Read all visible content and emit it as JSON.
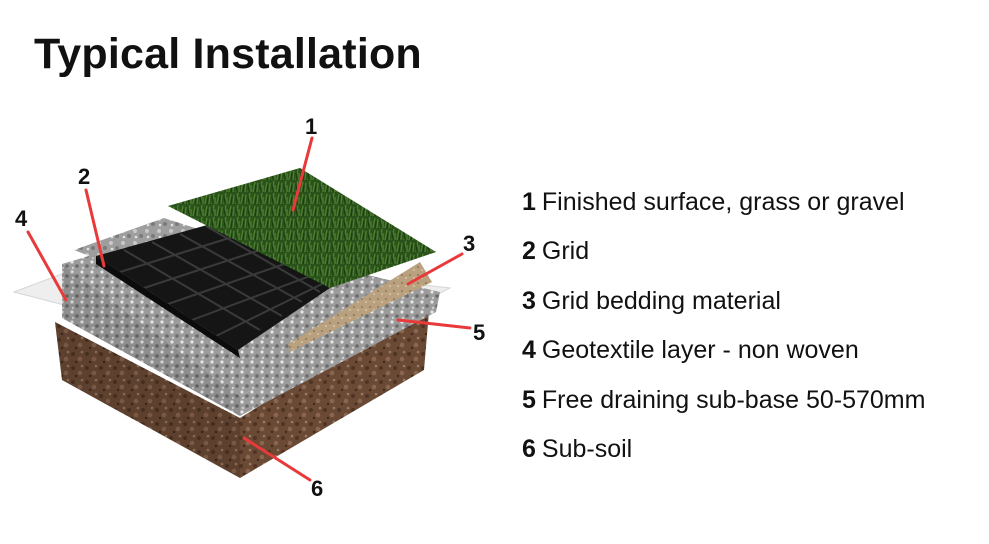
{
  "title": "Typical Installation",
  "accent_color": "#e83a3a",
  "callouts": [
    "1",
    "2",
    "3",
    "4",
    "5",
    "6"
  ],
  "legend": [
    {
      "num": "1",
      "text": "Finished surface, grass or gravel"
    },
    {
      "num": "2",
      "text": "Grid"
    },
    {
      "num": "3",
      "text": "Grid bedding material"
    },
    {
      "num": "4",
      "text": "Geotextile layer - non woven"
    },
    {
      "num": "5",
      "text": "Free draining sub-base 50-570mm"
    },
    {
      "num": "6",
      "text": "Sub-soil"
    }
  ]
}
